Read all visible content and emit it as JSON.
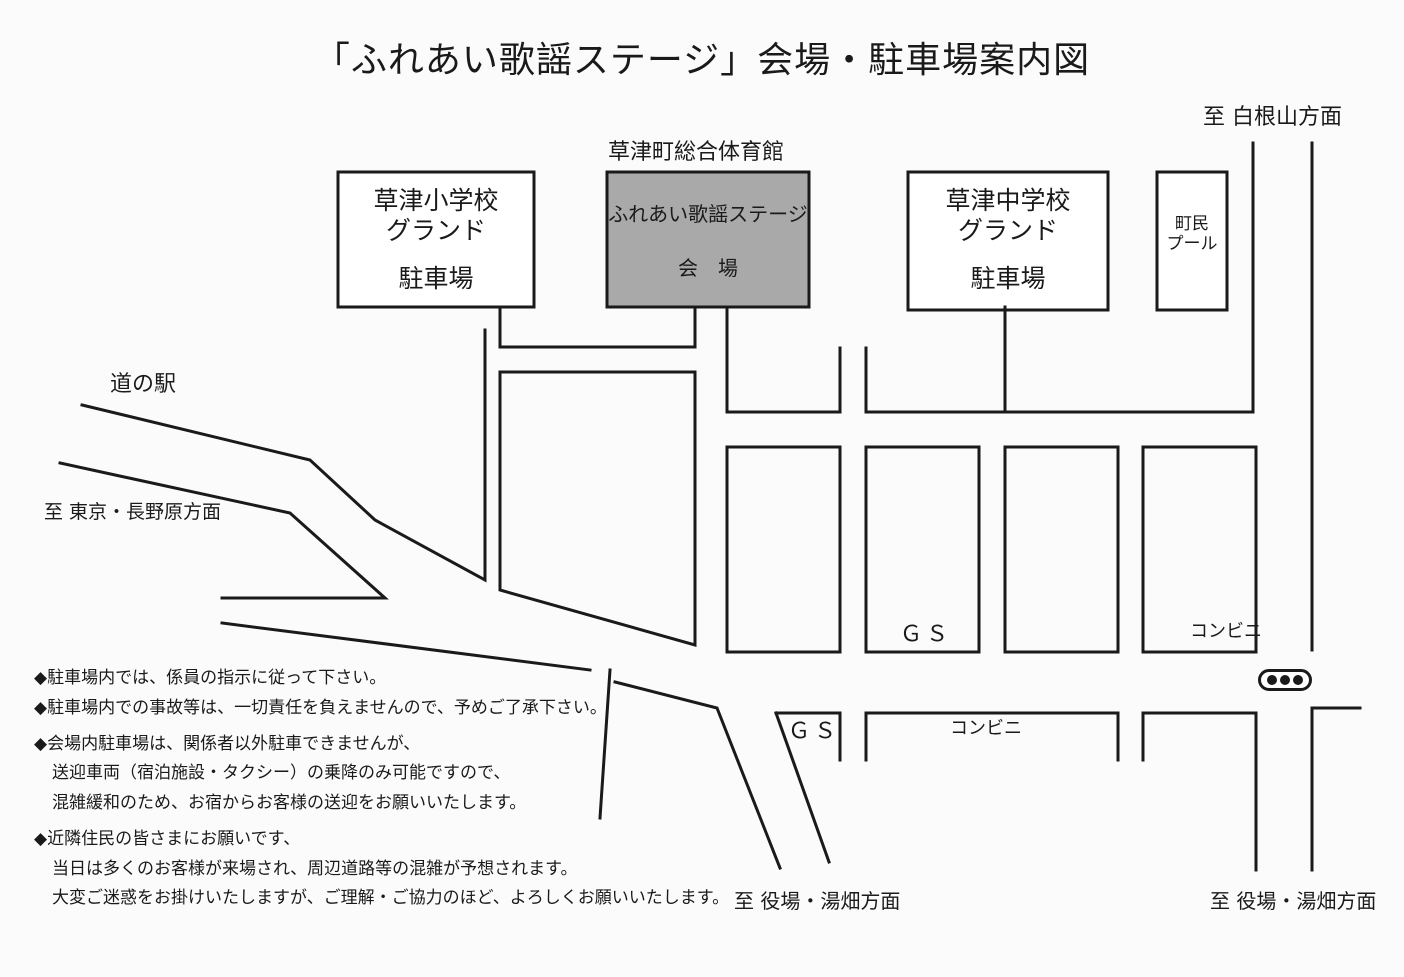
{
  "title": "「ふれあい歌謡ステージ」会場・駐車場案内図",
  "venue": {
    "building_name": "草津町総合体育館",
    "stage_name": "ふれあい歌謡ステージ",
    "stage_sub": "会　場"
  },
  "elementary_parking": {
    "line1": "草津小学校",
    "line2": "グランド",
    "line3": "駐車場"
  },
  "middle_parking": {
    "line1": "草津中学校",
    "line2": "グランド",
    "line3": "駐車場"
  },
  "pool": {
    "line1": "町民",
    "line2": "プール"
  },
  "places": {
    "michi_no_eki": "道の駅",
    "gs1": "ＧＳ",
    "gs2": "ＧＳ",
    "konbini1": "コンビニ",
    "konbini2": "コンビニ"
  },
  "directions": {
    "shiraneyama": "至 白根山方面",
    "tokyo": "至 東京・長野原方面",
    "yakuba1": "至 役場・湯畑方面",
    "yakuba2": "至 役場・湯畑方面"
  },
  "notes": [
    {
      "text": "◆駐車場内では、係員の指示に従って下さい。"
    },
    {
      "text": "◆駐車場内での事故等は、一切責任を負えませんので、予めご了承下さい。"
    },
    {
      "text": "◆会場内駐車場は、関係者以外駐車できませんが、"
    },
    {
      "text": "送迎車両（宿泊施設・タクシー）の乗降のみ可能ですので、"
    },
    {
      "text": "混雑緩和のため、お宿からお客様の送迎をお願いいたします。"
    },
    {
      "text": "◆近隣住民の皆さまにお願いです、"
    },
    {
      "text": "当日は多くのお客様が来場され、周辺道路等の混雑が予想されます。"
    },
    {
      "text": "大変ご迷惑をお掛けいたしますが、ご理解・ご協力のほど、よろしくお願いいたします。"
    }
  ],
  "colors": {
    "venue_fill": "#a9a9a9",
    "line": "#1a1a1a",
    "background": "#fbfbfb"
  },
  "icons": {
    "signal": "traffic-light-icon"
  }
}
